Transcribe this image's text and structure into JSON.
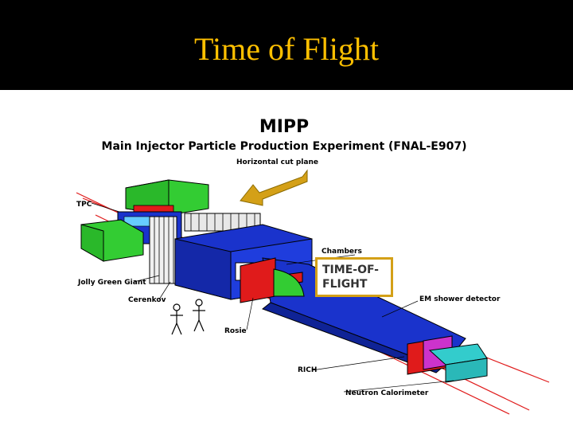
{
  "slide": {
    "title": "Time of Flight",
    "title_color": "#ffc000",
    "header_background": "#000000"
  },
  "figure": {
    "heading": "MIPP",
    "subheading": "Main Injector Particle Production Experiment (FNAL-E907)",
    "labels": {
      "horizontal_cut_plane": "Horizontal cut plane",
      "tpc": "TPC",
      "jolly_green_giant": "Jolly Green Giant",
      "cerenkov": "Cerenkov",
      "rosie": "Rosie",
      "chambers": "Chambers",
      "em_shower_detector": "EM shower detector",
      "rich": "RICH",
      "neutron_calorimeter": "Neutron Calorimeter"
    },
    "callout": {
      "text_line1": "TIME-OF-",
      "text_line2": "FLIGHT",
      "border_color": "#d4a017",
      "arrow_color": "#d4a017"
    },
    "colors": {
      "magnet_green": "#33cc33",
      "detector_blue": "#1a33cc",
      "beam_red": "#e01b1b",
      "cyan_block": "#33cccc"
    }
  }
}
